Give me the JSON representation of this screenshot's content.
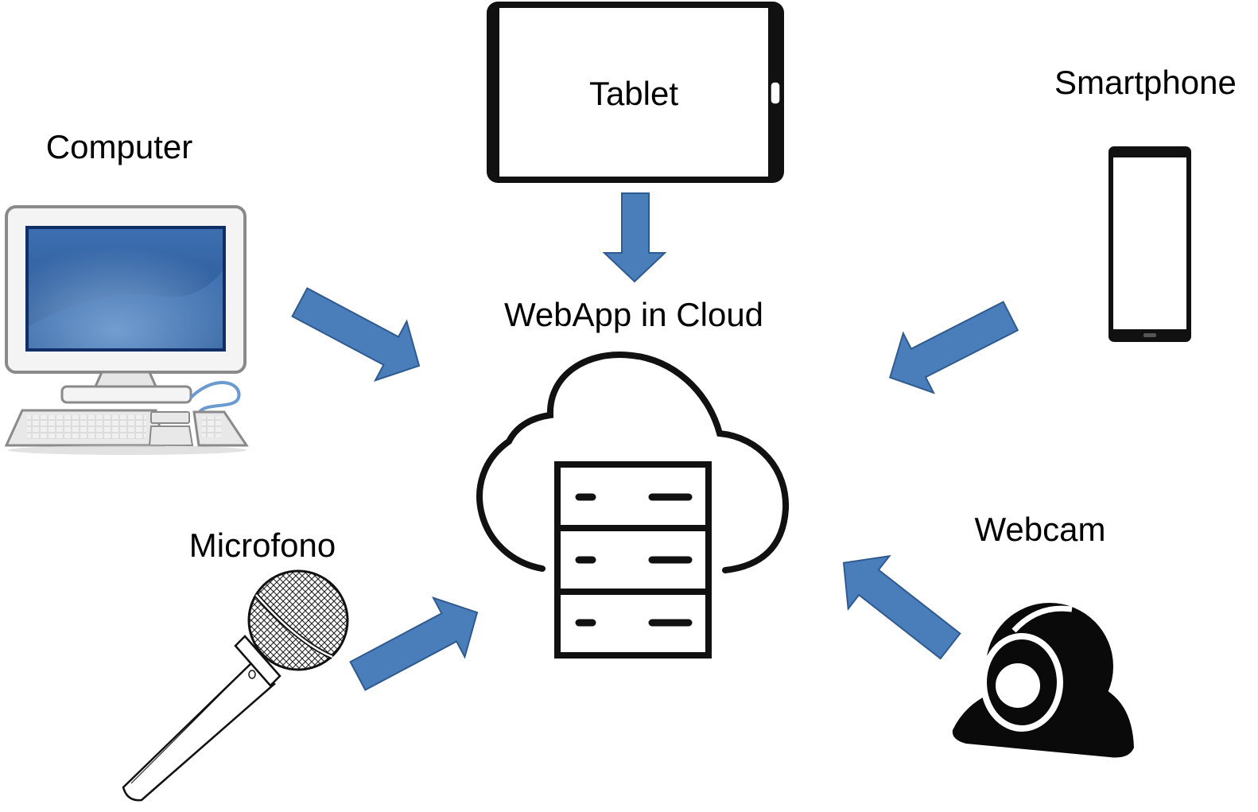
{
  "center": {
    "label": "WebApp in Cloud"
  },
  "devices": {
    "computer": "Computer",
    "tablet": "Tablet",
    "smartphone": "Smartphone",
    "microphone": "Microfono",
    "webcam": "Webcam"
  },
  "colors": {
    "arrow": "#4a7ebb",
    "monitor_screen": "#2b5c9a",
    "outline": "#000000"
  },
  "icons": {
    "center": "cloud-server-icon",
    "computer": "desktop-computer-icon",
    "tablet": "tablet-icon",
    "smartphone": "smartphone-icon",
    "microphone": "microphone-icon",
    "webcam": "webcam-icon"
  }
}
